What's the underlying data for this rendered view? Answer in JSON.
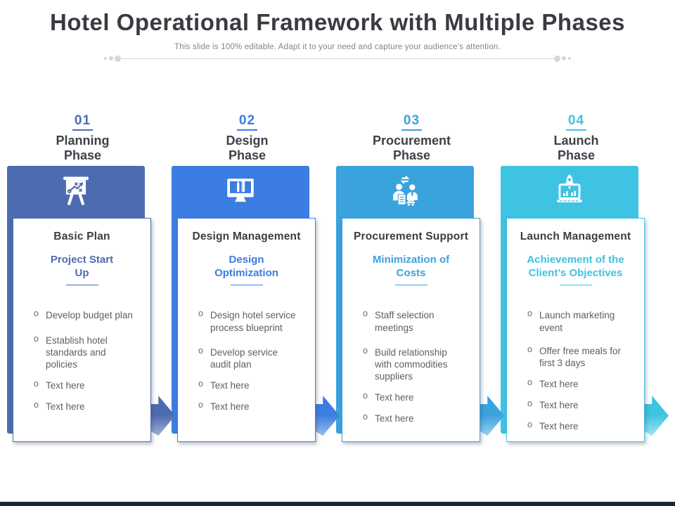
{
  "slide": {
    "title": "Hotel Operational Framework with Multiple Phases",
    "subtitle": "This slide is 100% editable. Adapt it to your need and capture your audience’s attention."
  },
  "colors": {
    "title_text": "#3b3a41",
    "subtitle_text": "#85858b",
    "phase_name_text": "#404049",
    "card_title_text": "#3c3c44",
    "bullet_text": "#5f5f63",
    "divider": "#d5d5db",
    "bottom_bar": "#1d2433"
  },
  "phases": [
    {
      "number": "01",
      "name_line1": "Planning",
      "name_line2": "Phase",
      "accent": "#4d6bb0",
      "accent_light": "#93a6d0",
      "icon": "strategy-presentation-icon",
      "card_title": "Basic Plan",
      "subtitle_line1": "Project Start",
      "subtitle_line2": "Up",
      "bullets": [
        "Develop  budget plan",
        "Establish hotel standards and policies",
        "Text here",
        "Text here"
      ]
    },
    {
      "number": "02",
      "name_line1": "Design",
      "name_line2": "Phase",
      "accent": "#3b7de2",
      "accent_light": "#8db3ef",
      "icon": "design-monitor-icon",
      "card_title": "Design Management",
      "subtitle_line1": "Design",
      "subtitle_line2": "Optimization",
      "bullets": [
        "Design hotel service process blueprint",
        "Develop service audit plan",
        "Text here",
        "Text here"
      ]
    },
    {
      "number": "03",
      "name_line1": "Procurement",
      "name_line2": "Phase",
      "accent": "#3aa2dd",
      "accent_light": "#8ccaeb",
      "icon": "suppliers-exchange-icon",
      "card_title": "Procurement Support",
      "subtitle_line1": "Minimization of",
      "subtitle_line2": "Costs",
      "bullets": [
        "Staff selection meetings",
        "Build relationship with commodities suppliers",
        "Text here",
        "Text here"
      ]
    },
    {
      "number": "04",
      "name_line1": "Launch",
      "name_line2": "Phase",
      "accent": "#3ec3e3",
      "accent_light": "#93dff0",
      "icon": "rocket-launch-laptop-icon",
      "card_title": "Launch Management",
      "subtitle_line1": "Achievement of the",
      "subtitle_line2": "Client’s  Objectives",
      "bullets": [
        "Launch marketing event",
        "Offer free meals for first 3 days",
        "Text here",
        "Text here",
        "Text here"
      ]
    }
  ]
}
